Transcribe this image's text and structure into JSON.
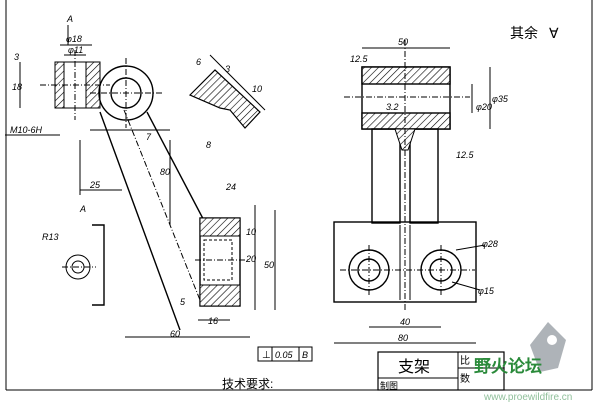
{
  "drawing": {
    "roughness_note": "其余",
    "section_label": "A",
    "view_label": "A",
    "technical_requirements": "技术要求:",
    "tolerance_frame": {
      "symbol": "⊥",
      "value": "0.05",
      "datum": "B"
    },
    "title_block": {
      "name": "支架",
      "cell1": "比",
      "cell2": "数",
      "cell3": "制图"
    },
    "dims": {
      "d_phi18": "φ18",
      "d_phi11": "φ11",
      "d_3": "3",
      "d_18": "18",
      "d_m10": "M10-6H",
      "d_6": "6",
      "d_10a": "10",
      "d_3b": "3",
      "d_8": "8",
      "d_7": "7",
      "d_80": "80",
      "d_25": "25",
      "d_r13": "R13",
      "d_24": "24",
      "d_10": "10",
      "d_20": "20",
      "d_50": "50",
      "d_5": "5",
      "d_16": "16",
      "d_60": "60",
      "d_50top": "50",
      "d_12_5": "12.5",
      "d_3_2": "3.2",
      "d_phi20": "φ20",
      "d_phi35": "φ35",
      "d_phi28": "φ28",
      "d_phi15": "φ15",
      "d_40": "40",
      "d_80b": "80",
      "d_12_5b": "12.5"
    }
  },
  "watermark": {
    "title": "野火论坛",
    "url": "www.proewildfire.cn"
  }
}
